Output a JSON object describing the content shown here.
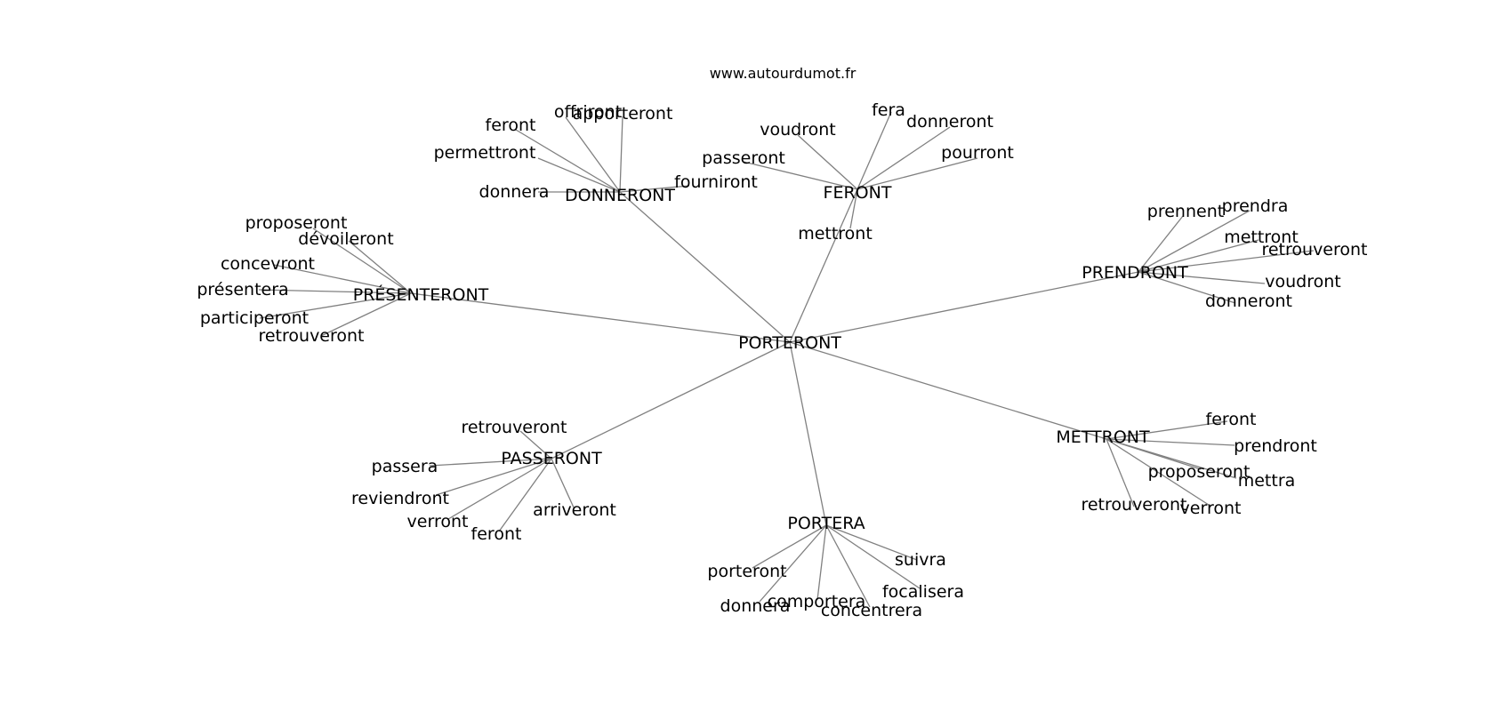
{
  "source": "www.autourdumot.fr",
  "center": "PORTERONT",
  "clusters": [
    {
      "label": "DONNERONT",
      "leaves": [
        "donnera",
        "permettront",
        "feront",
        "offriront",
        "apporteront",
        "fourniront"
      ]
    },
    {
      "label": "FERONT",
      "leaves": [
        "passeront",
        "voudront",
        "fera",
        "donneront",
        "pourront",
        "mettront"
      ]
    },
    {
      "label": "PRENDRONT",
      "leaves": [
        "prennent",
        "prendra",
        "mettront",
        "retrouveront",
        "voudront",
        "donneront"
      ]
    },
    {
      "label": "METTRONT",
      "leaves": [
        "feront",
        "prendront",
        "proposeront",
        "mettra",
        "verront",
        "retrouveront"
      ]
    },
    {
      "label": "PORTERA",
      "leaves": [
        "porteront",
        "donnera",
        "comportera",
        "concentrera",
        "focalisera",
        "suivra"
      ]
    },
    {
      "label": "PASSERONT",
      "leaves": [
        "retrouveront",
        "passera",
        "reviendront",
        "verront",
        "feront",
        "arriveront"
      ]
    },
    {
      "label": "PRÉSENTERONT",
      "leaves": [
        "proposeront",
        "dévoileront",
        "concevront",
        "présentera",
        "participeront",
        "retrouveront"
      ]
    }
  ]
}
